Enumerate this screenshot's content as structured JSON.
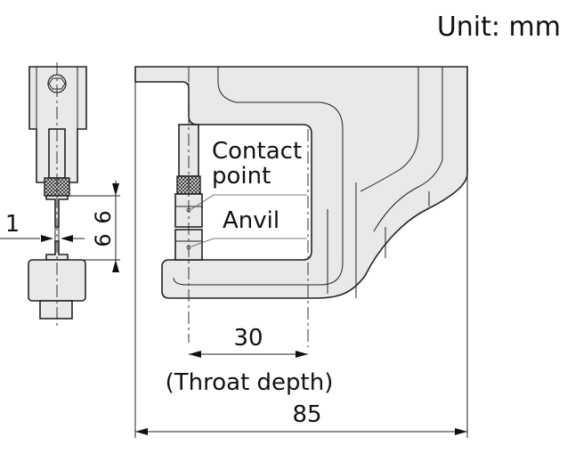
{
  "unit_label": "Unit: mm",
  "labels": {
    "contact_point_line1": "Contact",
    "contact_point_line2": "point",
    "anvil": "Anvil",
    "throat_depth_value": "30",
    "throat_depth_caption": "(Throat depth)",
    "overall_width": "85",
    "gap": "1",
    "upper_height": "6",
    "lower_height": "6"
  },
  "colors": {
    "body_fill": "#e9e9e9",
    "line": "#222222",
    "background": "#ffffff"
  }
}
